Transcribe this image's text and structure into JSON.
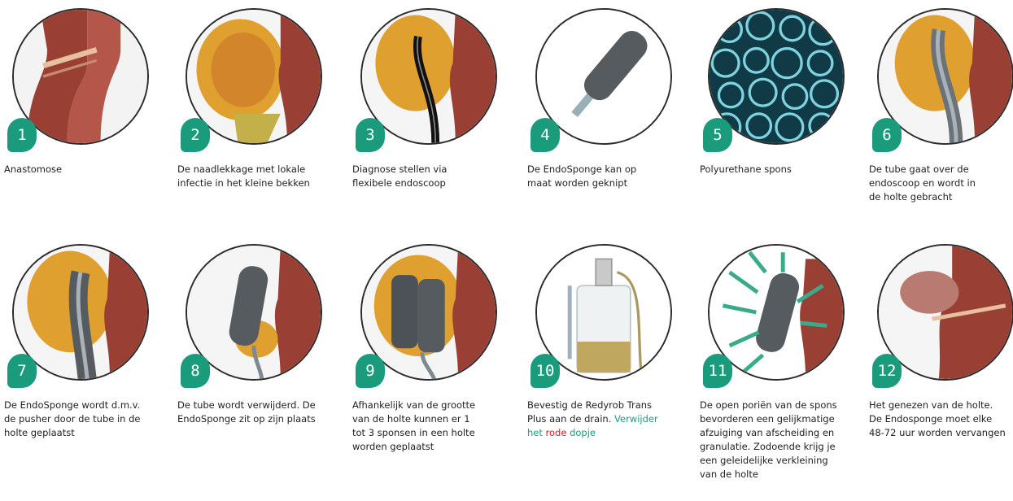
{
  "colors": {
    "accent": "#1a9c7c",
    "tissue": "#9a3f34",
    "infection": "#e0a030",
    "sponge": "#565b60",
    "foam": "#7fd3e0",
    "red": "#d62020"
  },
  "steps": [
    {
      "number": "1",
      "caption": "Anastomose"
    },
    {
      "number": "2",
      "caption": "De naadlekkage met lokale\ninfectie in het kleine bekken"
    },
    {
      "number": "3",
      "caption": "Diagnose stellen via\nflexibele endoscoop"
    },
    {
      "number": "4",
      "caption": "De EndoSponge kan op\nmaat worden geknipt"
    },
    {
      "number": "5",
      "caption": "Polyurethane  spons"
    },
    {
      "number": "6",
      "caption": "De tube gaat over de\nendoscoop en wordt in\nde holte gebracht"
    },
    {
      "number": "7",
      "caption": "De EndoSponge wordt d.m.v.\nde pusher door de tube in de\nholte geplaatst"
    },
    {
      "number": "8",
      "caption": "De tube wordt verwijderd. De\nEndoSponge zit op zijn plaats"
    },
    {
      "number": "9",
      "caption": "Afhankelijk van de grootte\nvan de holte kunnen er 1\ntot 3 sponsen in een holte\nworden geplaatst"
    },
    {
      "number": "10",
      "caption_start": "Bevestig de Redyrob Trans\nPlus aan de drain. ",
      "caption_mid": "Verwijder\nhet ",
      "caption_red": "rode",
      "caption_end": " dopje"
    },
    {
      "number": "11",
      "caption": "De open poriën van de spons\nbevorderen een gelijkmatige\nafzuiging van afscheiding en\ngranulatie. Zodoende krijg je\neen geleidelijke verkleining\nvan de holte"
    },
    {
      "number": "12",
      "caption": "Het genezen van de holte.\nDe Endosponge moet elke\n48-72 uur worden vervangen"
    }
  ]
}
